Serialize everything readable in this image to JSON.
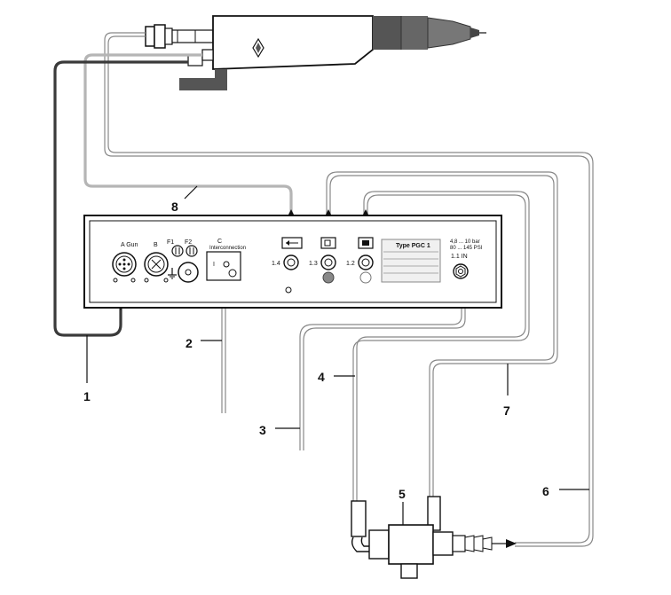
{
  "callouts": [
    "1",
    "2",
    "3",
    "4",
    "5",
    "6",
    "7",
    "8"
  ],
  "panel": {
    "gun_label": "A Gun",
    "b_label": "B",
    "f1_label": "F1",
    "f2_label": "F2",
    "c_label": "C",
    "c_sublabel": "Interconnection",
    "on_label": "I",
    "port_14": "1.4",
    "port_13": "1.3",
    "port_12": "1.2",
    "type_label": "Type PGC 1",
    "in_label": "1.1 IN",
    "spec_line1": "4,8 ... 10 bar",
    "spec_line2": "80 ... 145 PSI"
  },
  "colors": {
    "line": "#111111",
    "hose_dark": "#3a3a3a",
    "hose_gray": "#b5b5b5",
    "gun_dark": "#555555"
  },
  "icons": [
    "spray-gun",
    "control-panel",
    "injector-pump",
    "air-flow-arrow",
    "ground-symbol"
  ]
}
